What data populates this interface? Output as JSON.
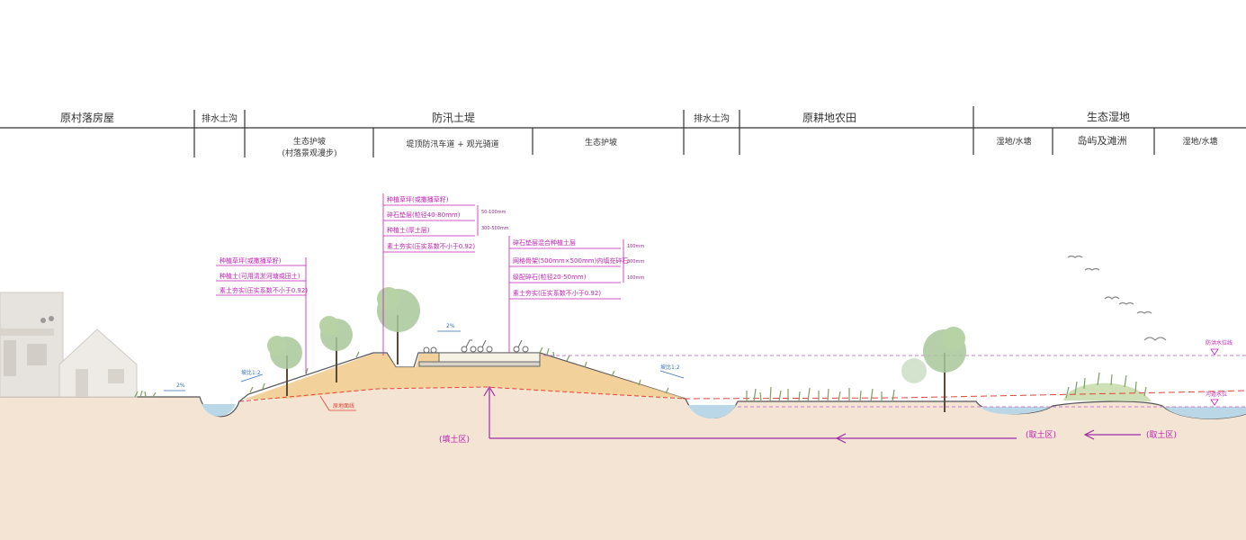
{
  "header": {
    "top_row": [
      "原村落房屋",
      "排水土沟",
      "防汛土堤",
      "排水土沟",
      "原耕地农田",
      "生态湿地"
    ],
    "sub_row": [
      "生态护坡",
      "(村落景观漫步)",
      "堤顶防汛车道 + 观光骑道",
      "生态护坡",
      "湿地/水塘",
      "岛屿及滩洲",
      "湿地/水塘"
    ]
  },
  "callouts": {
    "left": [
      "种植草坪(或撒播草籽)",
      "种植土(可用清淤河塘或田土)",
      "素土夯实(压实系数不小于0.92)"
    ],
    "top": [
      "种植草坪(或撒播草籽)",
      "碎石垫层(粒径40-80mm)",
      "种植土(厚土层)",
      "素土夯实(压实系数不小于0.92)"
    ],
    "top_dims": [
      "50-100mm",
      "300-500mm"
    ],
    "right": [
      "碎石垫层混合种植土层",
      "网格骨架(500mm×500mm)内填充碎石",
      "级配碎石(粒径20-50mm)",
      "素土夯实(压实系数不小于0.92)"
    ],
    "right_dims": [
      "100mm",
      "300mm",
      "100mm"
    ]
  },
  "annotations": {
    "original_ground": "原地面线",
    "slope_1": "2%",
    "slope_2": "坡比1:2",
    "slope_3": "2%",
    "slope_4": "坡比1:2",
    "flood_level": "防洪水位线",
    "normal_level": "河道水位",
    "fill_zone": "(填土区)",
    "borrow_zone_1": "(取土区)",
    "borrow_zone_2": "(取土区)"
  },
  "colors": {
    "ground": "#f3e4d3",
    "embankment": "#f0c98a",
    "water": "#b9d7e6",
    "grass": "#a9c48a",
    "magenta": "#c21fb5",
    "red_dash": "#e0453a"
  }
}
